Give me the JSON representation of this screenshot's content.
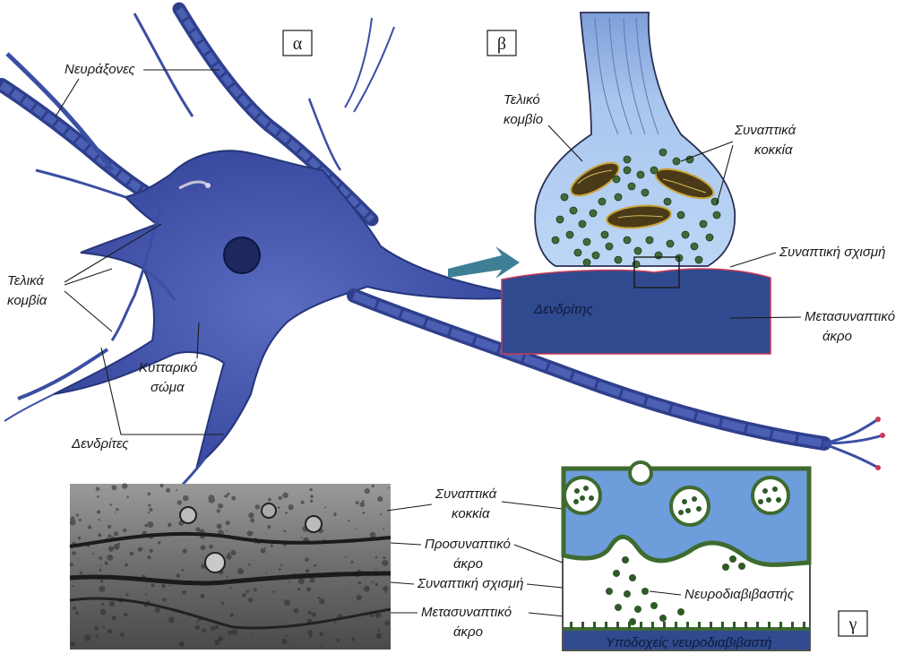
{
  "panels": {
    "a": {
      "letter": "α"
    },
    "b": {
      "letter": "β"
    },
    "g": {
      "letter": "γ"
    }
  },
  "neuron_labels": {
    "axons": "Νευράξονες",
    "terminal_buttons_1": "Τελικά",
    "terminal_buttons_2": "κομβία",
    "cell_body_1": "Κυτταρικό",
    "cell_body_2": "σώμα",
    "dendrites": "Δενδρίτες"
  },
  "synapse_labels": {
    "terminal_button_1": "Τελικό",
    "terminal_button_2": "κομβίο",
    "vesicles_1": "Συναπτικά",
    "vesicles_2": "κοκκία",
    "cleft": "Συναπτική σχισμή",
    "dendrite": "Δενδρίτης",
    "postsynaptic_1": "Μετασυναπτικό",
    "postsynaptic_2": "άκρο"
  },
  "micrograph_labels": {
    "vesicles_1": "Συναπτικά",
    "vesicles_2": "κοκκία",
    "presynaptic_1": "Προσυναπτικό",
    "presynaptic_2": "άκρο",
    "cleft": "Συναπτική σχισμή",
    "postsynaptic_1": "Μετασυναπτικό",
    "postsynaptic_2": "άκρο"
  },
  "closeup_labels": {
    "neurotransmitter": "Νευροδιαβιβαστής",
    "receptors": "Υποδοχείς νευροδιαβιβαστή"
  },
  "colors": {
    "neuron": "#3b4fa3",
    "neuron_dark": "#26357a",
    "terminal_fill": "#a9c8ee",
    "dendrite_block": "#2f4a8e",
    "vesicle": "#3f6b3a",
    "arrow": "#3f7f96"
  }
}
